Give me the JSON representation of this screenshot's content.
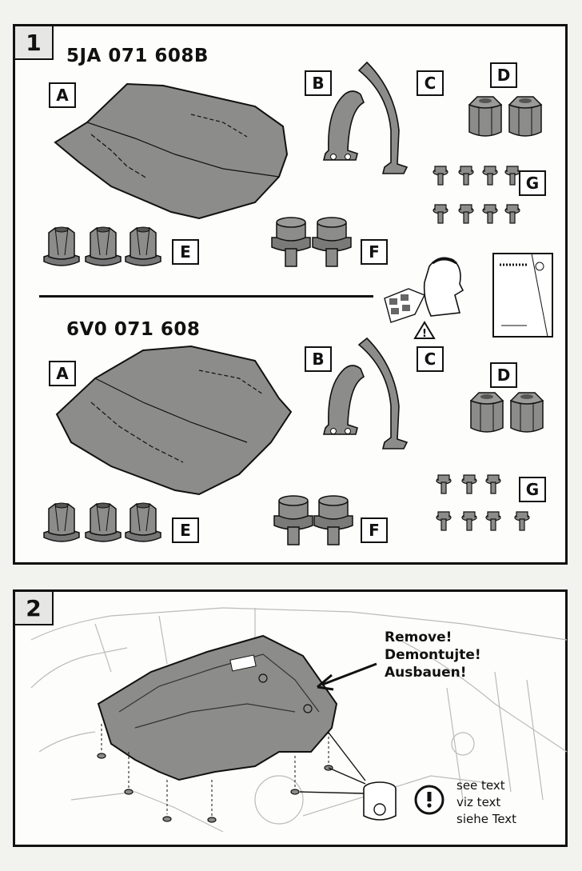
{
  "step1": {
    "number": "1",
    "kit_top": {
      "part_number": "5JA 071 608B",
      "labels": {
        "a": "A",
        "b": "B",
        "c": "C",
        "d": "D",
        "e": "E",
        "f": "F",
        "g": "G"
      }
    },
    "kit_bottom": {
      "part_number": "6V0 071 608",
      "labels": {
        "a": "A",
        "b": "B",
        "c": "C",
        "d": "D",
        "e": "E",
        "f": "F",
        "g": "G"
      }
    }
  },
  "step2": {
    "number": "2",
    "remove_lines": [
      "Remove!",
      "Demontujte!",
      "Ausbauen!"
    ],
    "see_text_lines": [
      "see text",
      "viz text",
      "siehe Text"
    ]
  },
  "colors": {
    "part_gray": "#8c8c8a",
    "outline": "#111111"
  },
  "icons": [
    "warning-icon",
    "exclamation-icon",
    "manual-reading-icon",
    "manual-booklet-icon",
    "grease-jar-icon",
    "arrow-icon"
  ]
}
